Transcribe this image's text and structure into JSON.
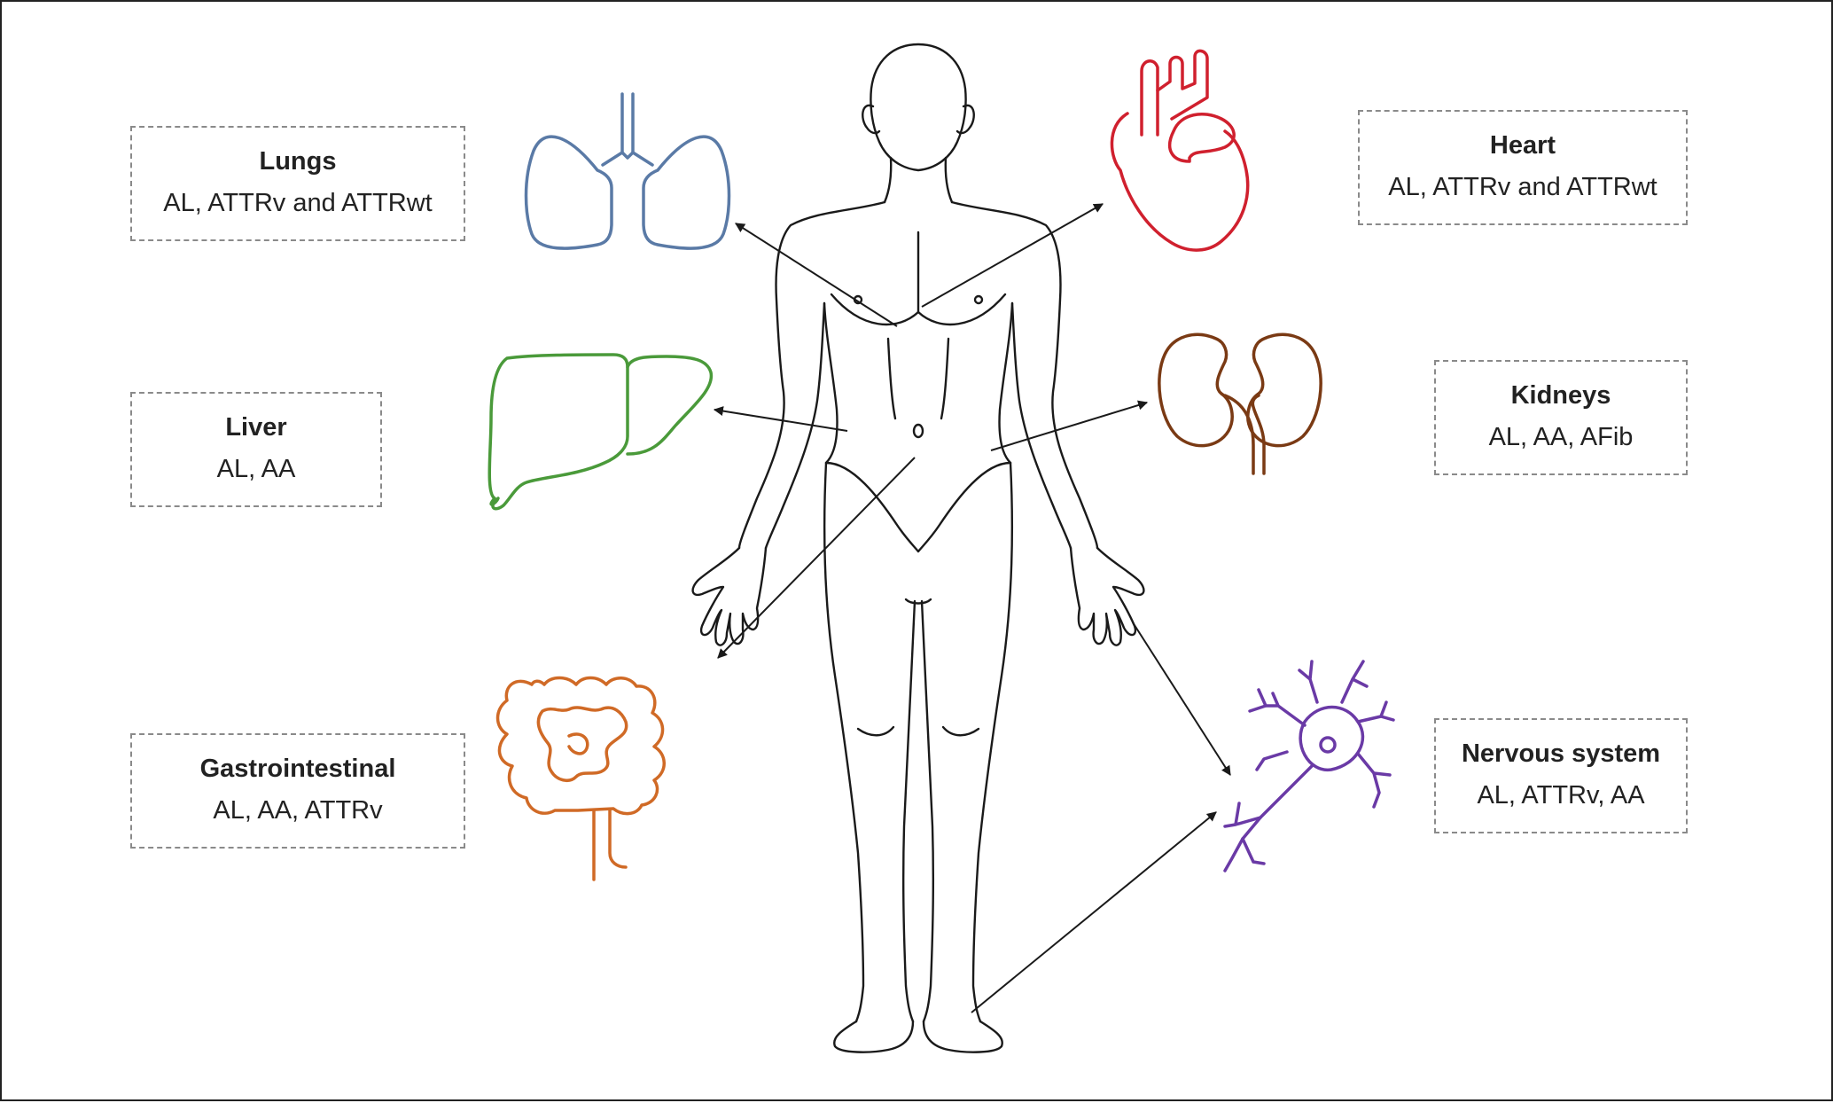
{
  "colors": {
    "lungs": "#5a7aa6",
    "heart": "#d0202e",
    "liver": "#4a9a3a",
    "kidneys": "#7a3a14",
    "gastrointestinal": "#d06a26",
    "nervous_system": "#6a3aa6",
    "outline": "#1a1a1a",
    "box_border": "#8a8a8a"
  },
  "organs": {
    "lungs": {
      "title": "Lungs",
      "types": "AL, ATTRv and ATTRwt",
      "icon": "lungs-icon"
    },
    "liver": {
      "title": "Liver",
      "types": "AL, AA",
      "icon": "liver-icon"
    },
    "gastrointestinal": {
      "title": "Gastrointestinal",
      "types": "AL, AA, ATTRv",
      "icon": "intestines-icon"
    },
    "heart": {
      "title": "Heart",
      "types": "AL, ATTRv and ATTRwt",
      "icon": "heart-icon"
    },
    "kidneys": {
      "title": "Kidneys",
      "types": "AL, AA, AFib",
      "icon": "kidneys-icon"
    },
    "nervous_system": {
      "title": "Nervous system",
      "types": "AL, ATTRv, AA",
      "icon": "neuron-icon"
    }
  }
}
